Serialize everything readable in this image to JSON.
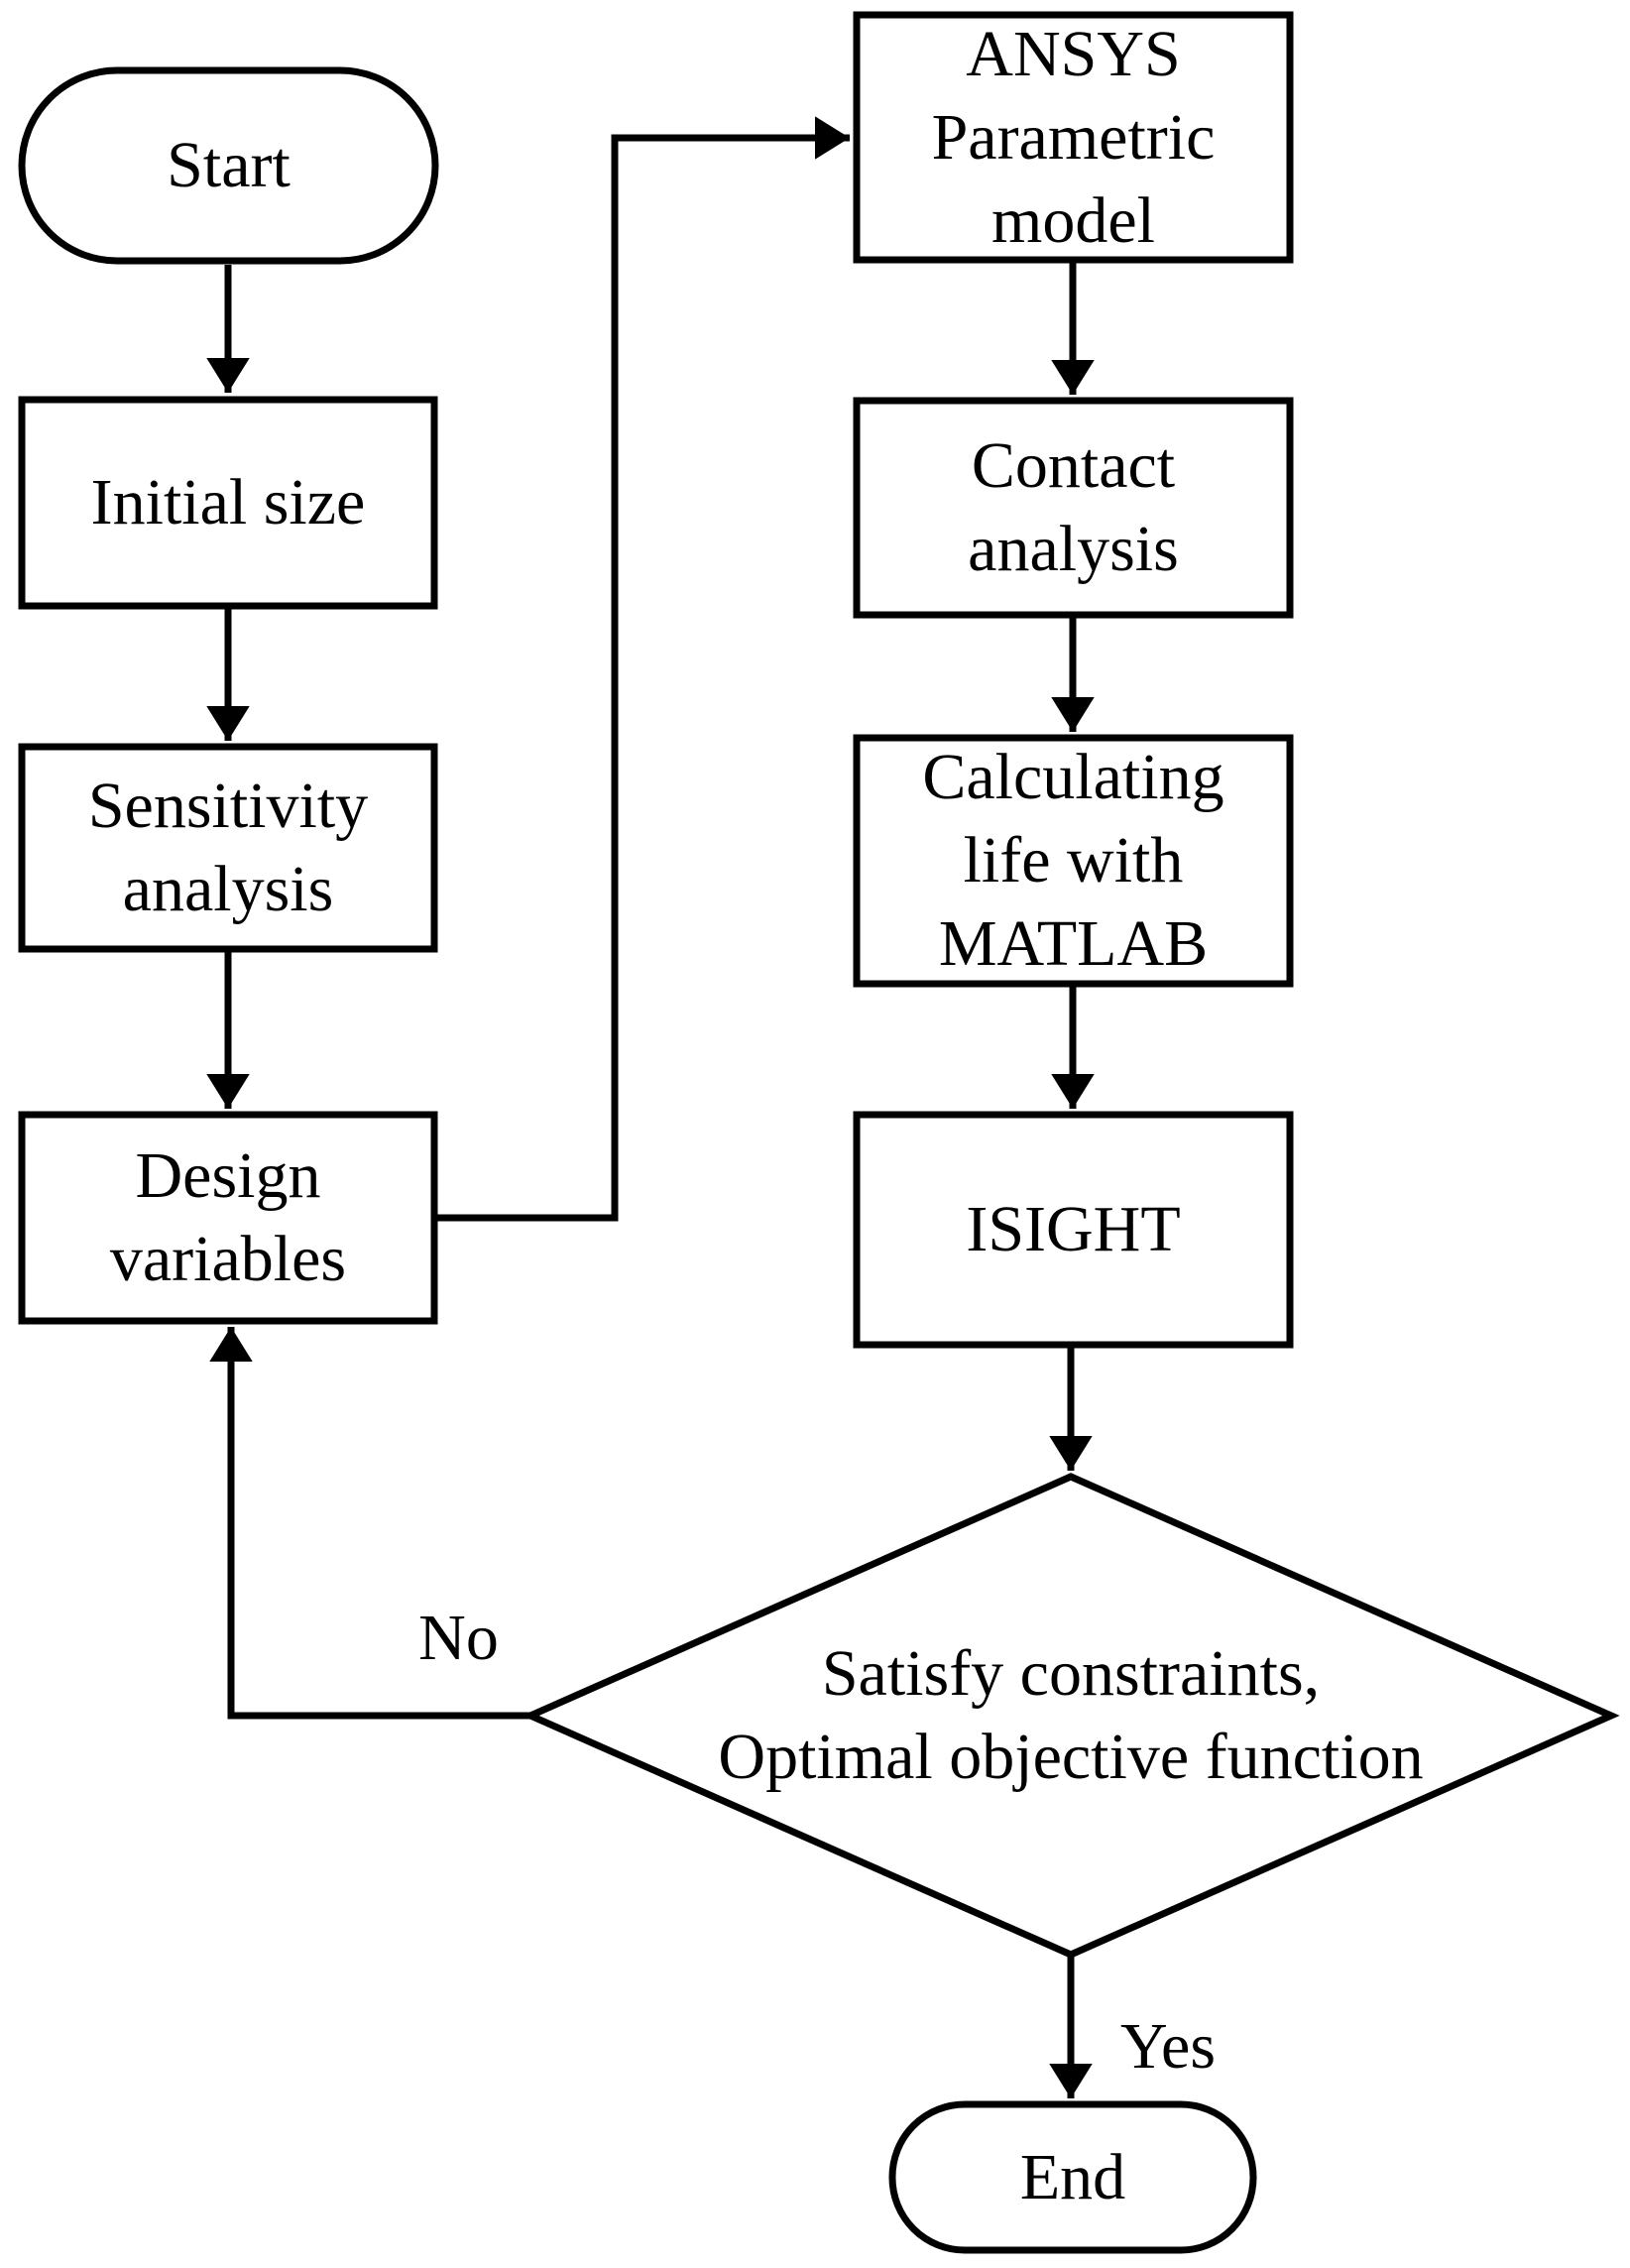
{
  "figure": {
    "type": "flowchart",
    "colors": {
      "background": "#ffffff",
      "stroke": "#000000",
      "node_fill": "#ffffff",
      "text": "#000000"
    },
    "nodes": {
      "start": {
        "label": "Start",
        "shape": "terminator"
      },
      "initial_size": {
        "label": "Initial size",
        "shape": "process"
      },
      "sensitivity_analysis": {
        "label": "Sensitivity\nanalysis",
        "shape": "process"
      },
      "design_variables": {
        "label": "Design\nvariables",
        "shape": "process"
      },
      "ansys_parametric_model": {
        "label": "ANSYS\nParametric\nmodel",
        "shape": "process"
      },
      "contact_analysis": {
        "label": "Contact\nanalysis",
        "shape": "process"
      },
      "calculating_life_matlab": {
        "label": "Calculating\nlife with\nMATLAB",
        "shape": "process"
      },
      "isight": {
        "label": "ISIGHT",
        "shape": "process"
      },
      "decision": {
        "label": "Satisfy constraints,\nOptimal objective function",
        "shape": "decision"
      },
      "end": {
        "label": "End",
        "shape": "terminator"
      }
    },
    "edge_labels": {
      "no": "No",
      "yes": "Yes"
    },
    "edges": [
      {
        "from": "start",
        "to": "initial_size"
      },
      {
        "from": "initial_size",
        "to": "sensitivity_analysis"
      },
      {
        "from": "sensitivity_analysis",
        "to": "design_variables"
      },
      {
        "from": "design_variables",
        "to": "ansys_parametric_model"
      },
      {
        "from": "ansys_parametric_model",
        "to": "contact_analysis"
      },
      {
        "from": "contact_analysis",
        "to": "calculating_life_matlab"
      },
      {
        "from": "calculating_life_matlab",
        "to": "isight"
      },
      {
        "from": "isight",
        "to": "decision"
      },
      {
        "from": "decision",
        "to": "design_variables",
        "label": "No"
      },
      {
        "from": "decision",
        "to": "end",
        "label": "Yes"
      }
    ]
  }
}
